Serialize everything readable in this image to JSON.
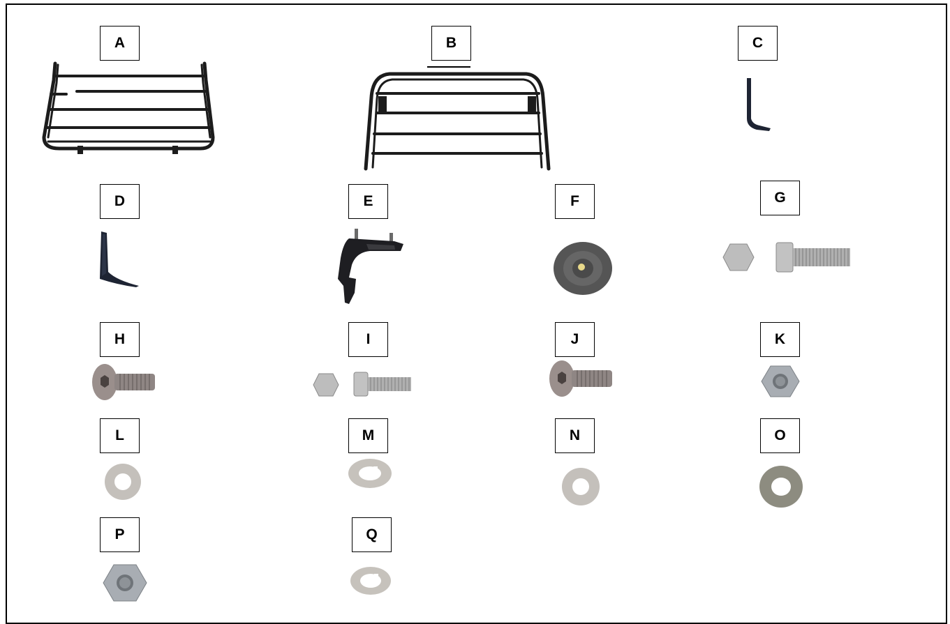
{
  "parts": [
    {
      "label": "A",
      "icon": "rack-frame-icon"
    },
    {
      "label": "B",
      "icon": "upright-frame-icon"
    },
    {
      "label": "C",
      "icon": "small-bracket-icon"
    },
    {
      "label": "D",
      "icon": "angle-bracket-icon"
    },
    {
      "label": "E",
      "icon": "mounting-bracket-icon"
    },
    {
      "label": "F",
      "icon": "rubber-grommet-icon"
    },
    {
      "label": "G",
      "icon": "hex-bolt-large-icon"
    },
    {
      "label": "H",
      "icon": "button-head-bolt-icon"
    },
    {
      "label": "I",
      "icon": "hex-bolt-small-icon"
    },
    {
      "label": "J",
      "icon": "button-head-bolt-icon"
    },
    {
      "label": "K",
      "icon": "hex-nut-icon"
    },
    {
      "label": "L",
      "icon": "flat-washer-icon"
    },
    {
      "label": "M",
      "icon": "lock-washer-icon"
    },
    {
      "label": "N",
      "icon": "flat-washer-icon"
    },
    {
      "label": "O",
      "icon": "large-flat-washer-icon"
    },
    {
      "label": "P",
      "icon": "hex-nut-icon"
    },
    {
      "label": "Q",
      "icon": "lock-washer-icon"
    }
  ],
  "colors": {
    "frame": "#1c1c1c",
    "bracket": "#1e2433",
    "metal": "#b8b8b8",
    "rubber": "#555555"
  }
}
